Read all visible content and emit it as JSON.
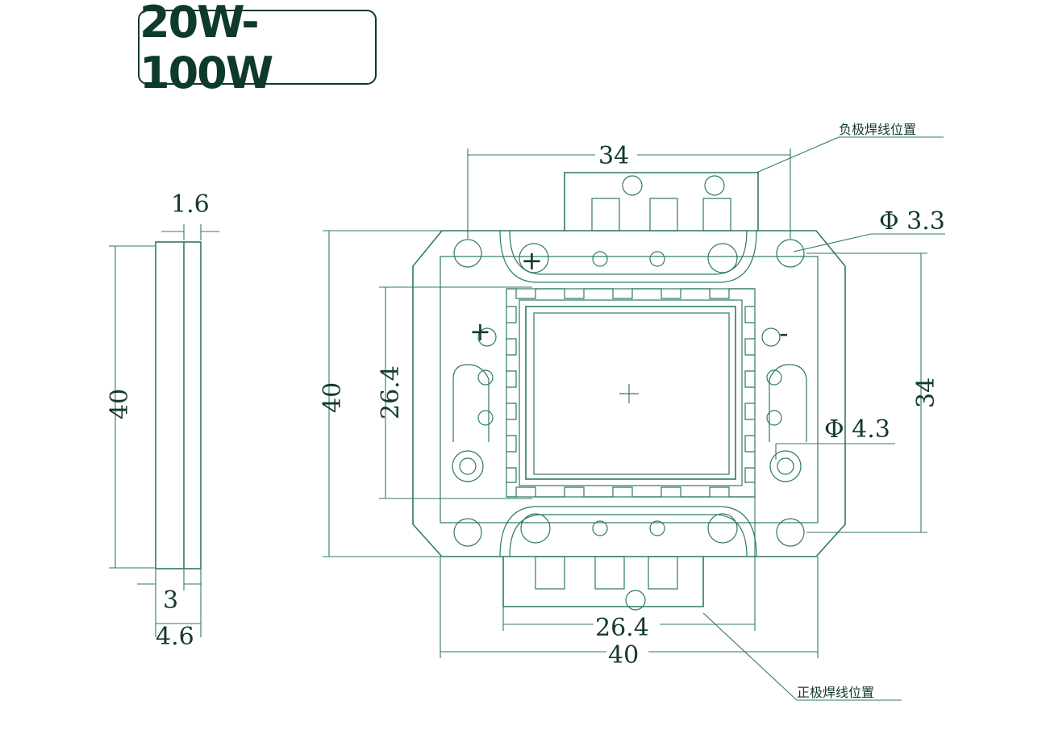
{
  "title": "20W-100W",
  "colors": {
    "line": "#2f7a5e",
    "text": "#123a2c",
    "title": "#0e3a2a"
  },
  "side_view": {
    "thickness_top": "1.6",
    "height": "40",
    "thickness_inner": "3",
    "thickness_total": "4.6"
  },
  "front_view": {
    "width_top": "34",
    "height_left": "40",
    "inner_left": "26.4",
    "height_right": "34",
    "inner_bottom": "26.4",
    "width_bottom": "40",
    "hole_small": "Φ 3.3",
    "hole_large": "Φ 4.3",
    "label_negative": "负极焊线位置",
    "label_positive": "正极焊线位置",
    "plus_symbol": "+",
    "minus_symbol": "-"
  }
}
